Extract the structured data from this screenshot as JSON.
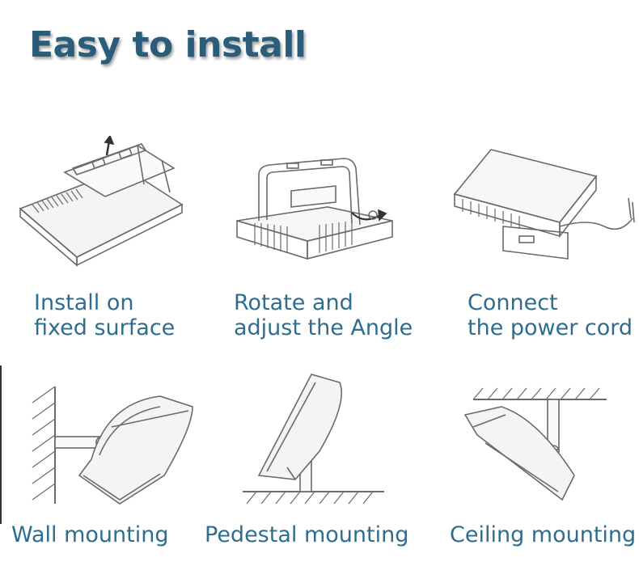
{
  "title": "Easy to install",
  "colors": {
    "title": "#2b5d7a",
    "caption": "#2e6d8e",
    "line": "#6a6a6a"
  },
  "steps": [
    {
      "line1": "Install on",
      "line2": "fixed surface"
    },
    {
      "line1": "Rotate and",
      "line2": "adjust the Angle"
    },
    {
      "line1": "Connect",
      "line2": "the power cord"
    }
  ],
  "mountings": [
    {
      "label": "Wall mounting"
    },
    {
      "label": "Pedestal mounting"
    },
    {
      "label": "Ceiling mounting"
    }
  ]
}
